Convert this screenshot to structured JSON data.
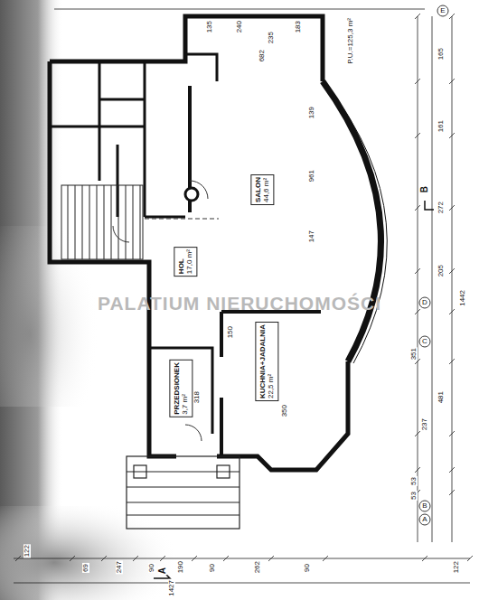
{
  "diagram": {
    "nodes": [
      {
        "text": [
          "SALON",
          "44,6 m²"
        ]
      },
      {
        "text": [
          "HOL",
          "17,0 m²"
        ]
      },
      {
        "text": [
          "KUCHNIA+JADALNIA",
          "22,5 m²"
        ]
      },
      {
        "text": [
          "PRZEDSIONEK",
          "3,7 m²"
        ]
      }
    ],
    "labels": [
      "PALATIUM NIERUCHOMOŚCI",
      "P.U.=125,3 m²",
      "A",
      "B",
      "C",
      "D",
      "E",
      "1427",
      "122",
      "69",
      "247",
      "90",
      "190",
      "90",
      "262",
      "90",
      "122",
      "1442",
      "481",
      "53",
      "53",
      "237",
      "351",
      "205",
      "272",
      "161",
      "165",
      "183",
      "240",
      "235",
      "135",
      "961",
      "682",
      "318",
      "350",
      "150",
      "139",
      "147",
      "A",
      "B"
    ]
  }
}
